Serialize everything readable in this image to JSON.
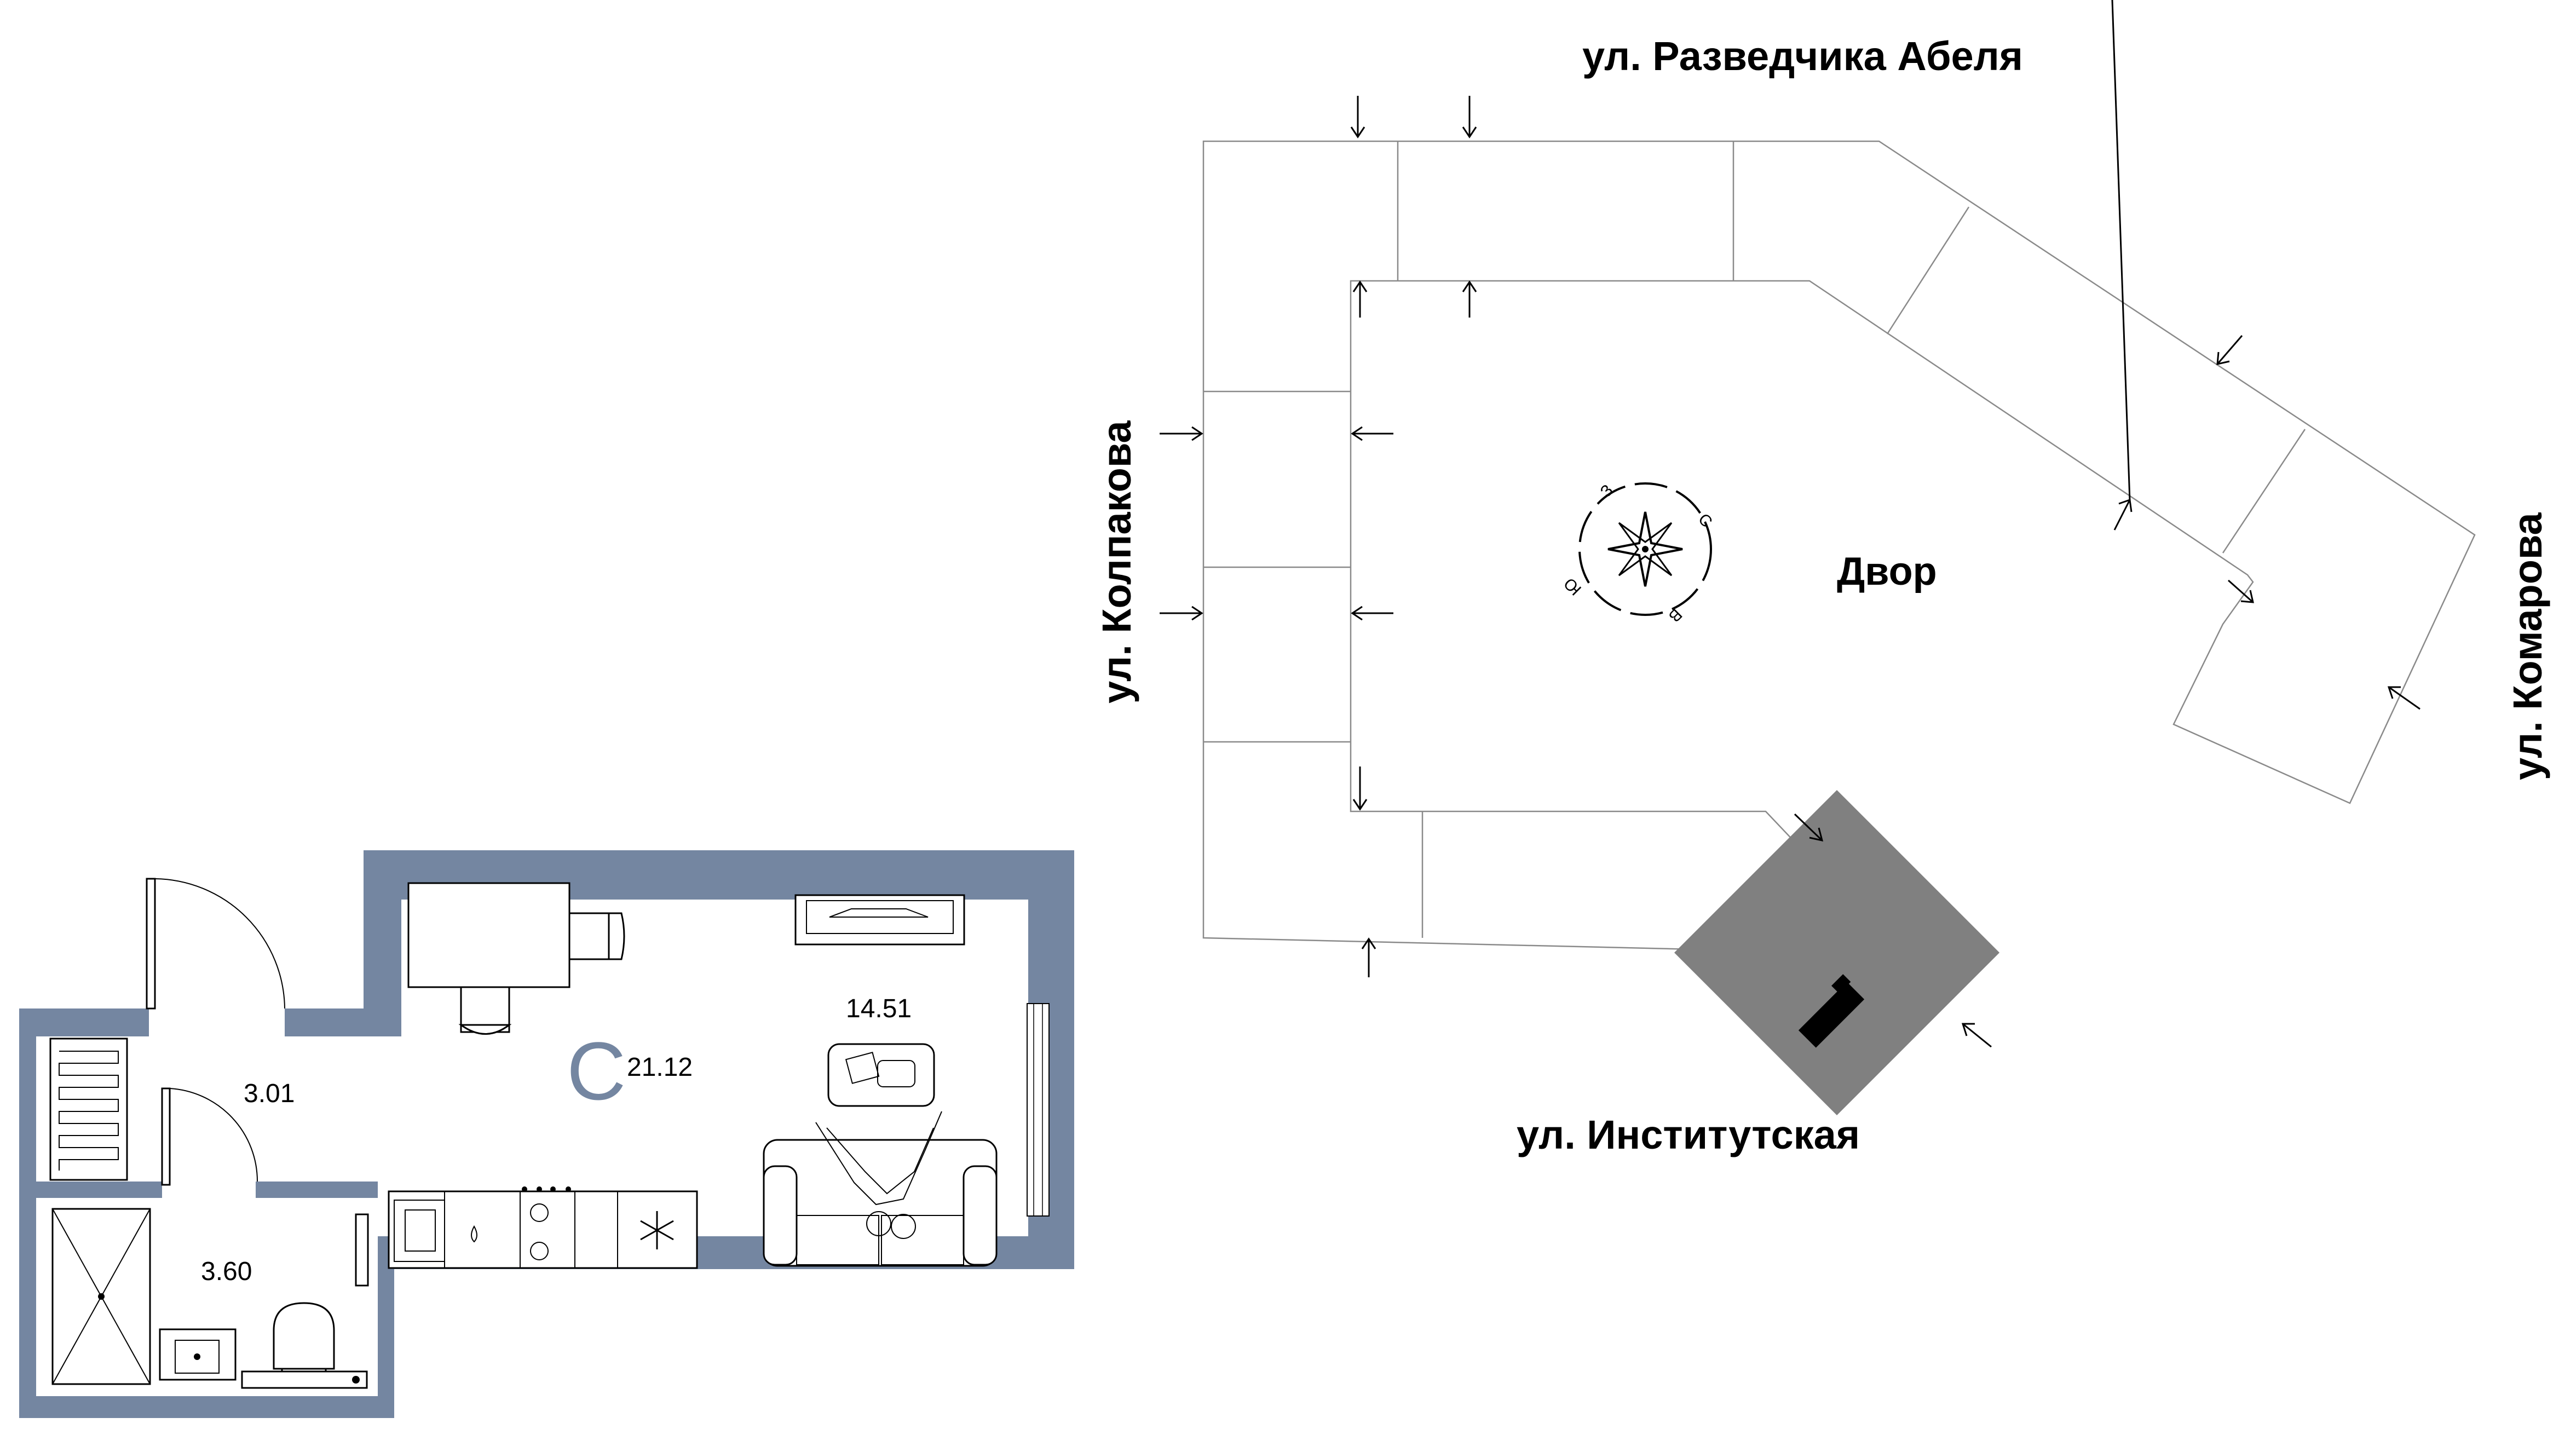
{
  "site_plan": {
    "streets": {
      "top": "ул. Разведчика Абеля",
      "left": "ул. Колпакова",
      "right": "ул. Комарова",
      "bottom": "ул. Институтская"
    },
    "yard_label": "Двор",
    "compass": {
      "north": "С",
      "east": "В",
      "south": "Ю",
      "west": "З"
    },
    "colors": {
      "building_outline": "#8a8a8a",
      "highlighted_section": "#808080",
      "apartment_marker": "#000000"
    }
  },
  "apartment": {
    "type_letter": "С",
    "total_area": "21.12",
    "rooms": [
      {
        "name": "living",
        "area": "14.51"
      },
      {
        "name": "hall",
        "area": "3.01"
      },
      {
        "name": "bathroom",
        "area": "3.60"
      }
    ],
    "colors": {
      "walls": "#7486a1",
      "type_letter": "#7486a1"
    }
  }
}
